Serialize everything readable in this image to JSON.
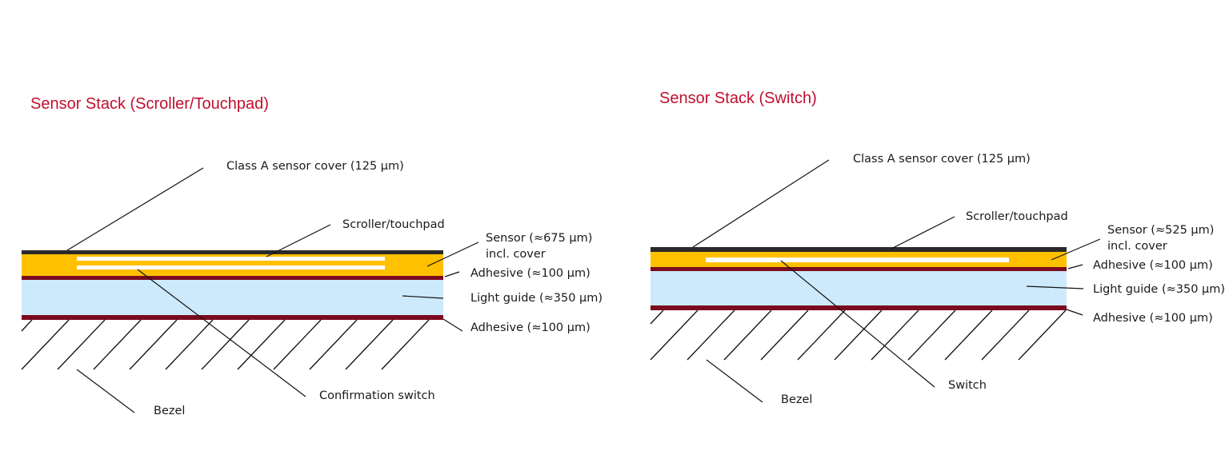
{
  "left": {
    "title": "Sensor Stack (Scroller/Touchpad)",
    "labels": {
      "cover": "Class A sensor cover (125 µm)",
      "scroller": "Scroller/touchpad",
      "sensor_line1": "Sensor (≈675 µm)",
      "sensor_line2": "incl. cover",
      "adhesive_top": "Adhesive (≈100 µm)",
      "light_guide": "Light guide (≈350 µm)",
      "adhesive_bottom": "Adhesive (≈100 µm)",
      "switch": "Confirmation switch",
      "bezel": "Bezel"
    }
  },
  "right": {
    "title": "Sensor Stack (Switch)",
    "labels": {
      "cover": "Class A sensor cover (125 µm)",
      "scroller": "Scroller/touchpad",
      "sensor_line1": "Sensor (≈525 µm)",
      "sensor_line2": "incl. cover",
      "adhesive_top": "Adhesive (≈100 µm)",
      "light_guide": "Light guide (≈350 µm)",
      "adhesive_bottom": "Adhesive (≈100 µm)",
      "switch": "Switch",
      "bezel": "Bezel"
    }
  },
  "colors": {
    "title": "#c0102e",
    "cover": "#2a2a2a",
    "sensor": "#ffc000",
    "adhesive": "#7b0a1e",
    "light_guide": "#cdeafd",
    "electrode": "#ffffff"
  }
}
